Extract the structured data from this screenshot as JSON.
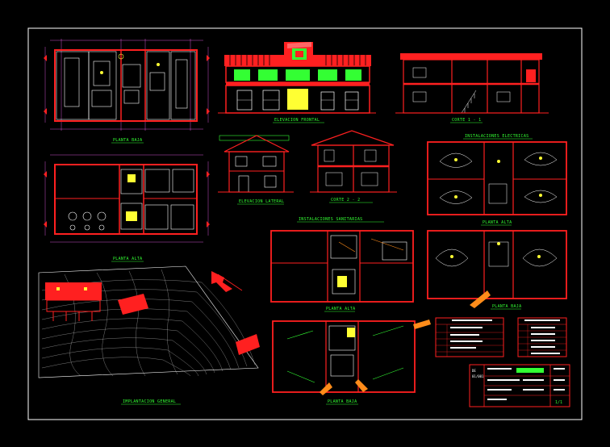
{
  "colors": {
    "background": "#000000",
    "frame": "#ffffff",
    "walls": "#ff2020",
    "labels": "#33ff33",
    "annotations": "#ffff33",
    "dimensions": "#ff66ff",
    "fixtures": "#ffffff",
    "accent_orange": "#ff8c1a"
  },
  "drawing": {
    "views": {
      "planta_baja_top": "PLANTA BAJA",
      "elevacion_frontal": "ELEVACION FRONTAL",
      "corte_1": "CORTE 1 - 1",
      "elevacion_lateral": "ELEVACION LATERAL",
      "corte_2": "CORTE 2 - 2",
      "planta_alta_top": "PLANTA ALTA",
      "inst_electricas": "INSTALACIONES ELECTRICAS",
      "planta_alta_elec": "PLANTA ALTA",
      "inst_sanitarias": "INSTALACIONES SANITARIAS",
      "planta_alta_san": "PLANTA ALTA",
      "planta_baja_elec": "PLANTA BAJA",
      "implantacion": "IMPLANTACION GENERAL",
      "planta_baja_san": "PLANTA BAJA"
    },
    "title_block": {
      "sheet_number": "1/1",
      "code_top": "DE",
      "code_bottom": "01/001"
    }
  }
}
